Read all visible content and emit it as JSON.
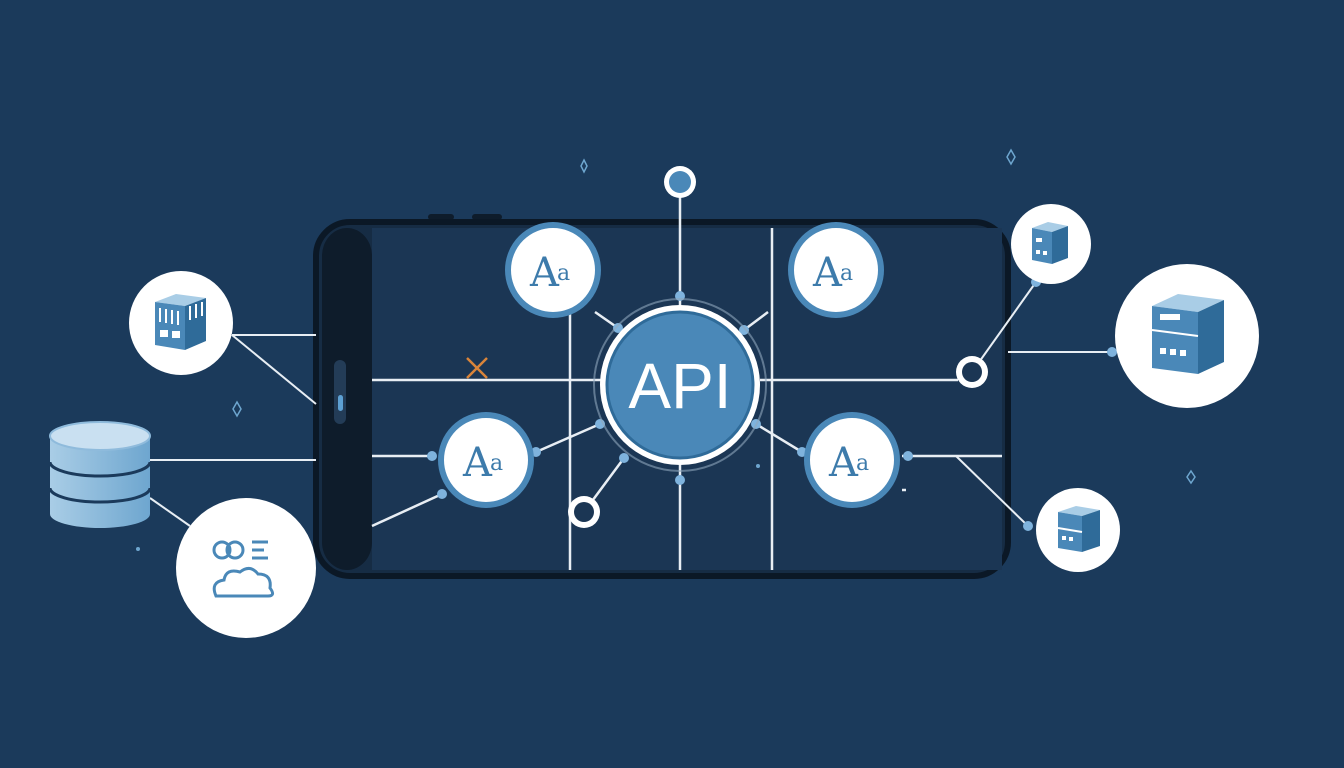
{
  "hub": {
    "label": "API"
  },
  "font_nodes": [
    {
      "glyph_main": "A",
      "glyph_small": "a"
    },
    {
      "glyph_main": "A",
      "glyph_small": "a"
    },
    {
      "glyph_main": "A",
      "glyph_small": "a"
    },
    {
      "glyph_main": "A",
      "glyph_small": "a"
    }
  ],
  "colors": {
    "background": "#1b3a5b",
    "accent": "#4a88b8",
    "line": "#e8eef4",
    "device": "#0e1c2b",
    "node_fill": "#ffffff",
    "marker": "#d9843a"
  },
  "icons": [
    "server-box-icon",
    "database-icon",
    "cloud-user-icon",
    "server-stack-icon",
    "sparkle-icon",
    "cross-marker-icon"
  ]
}
